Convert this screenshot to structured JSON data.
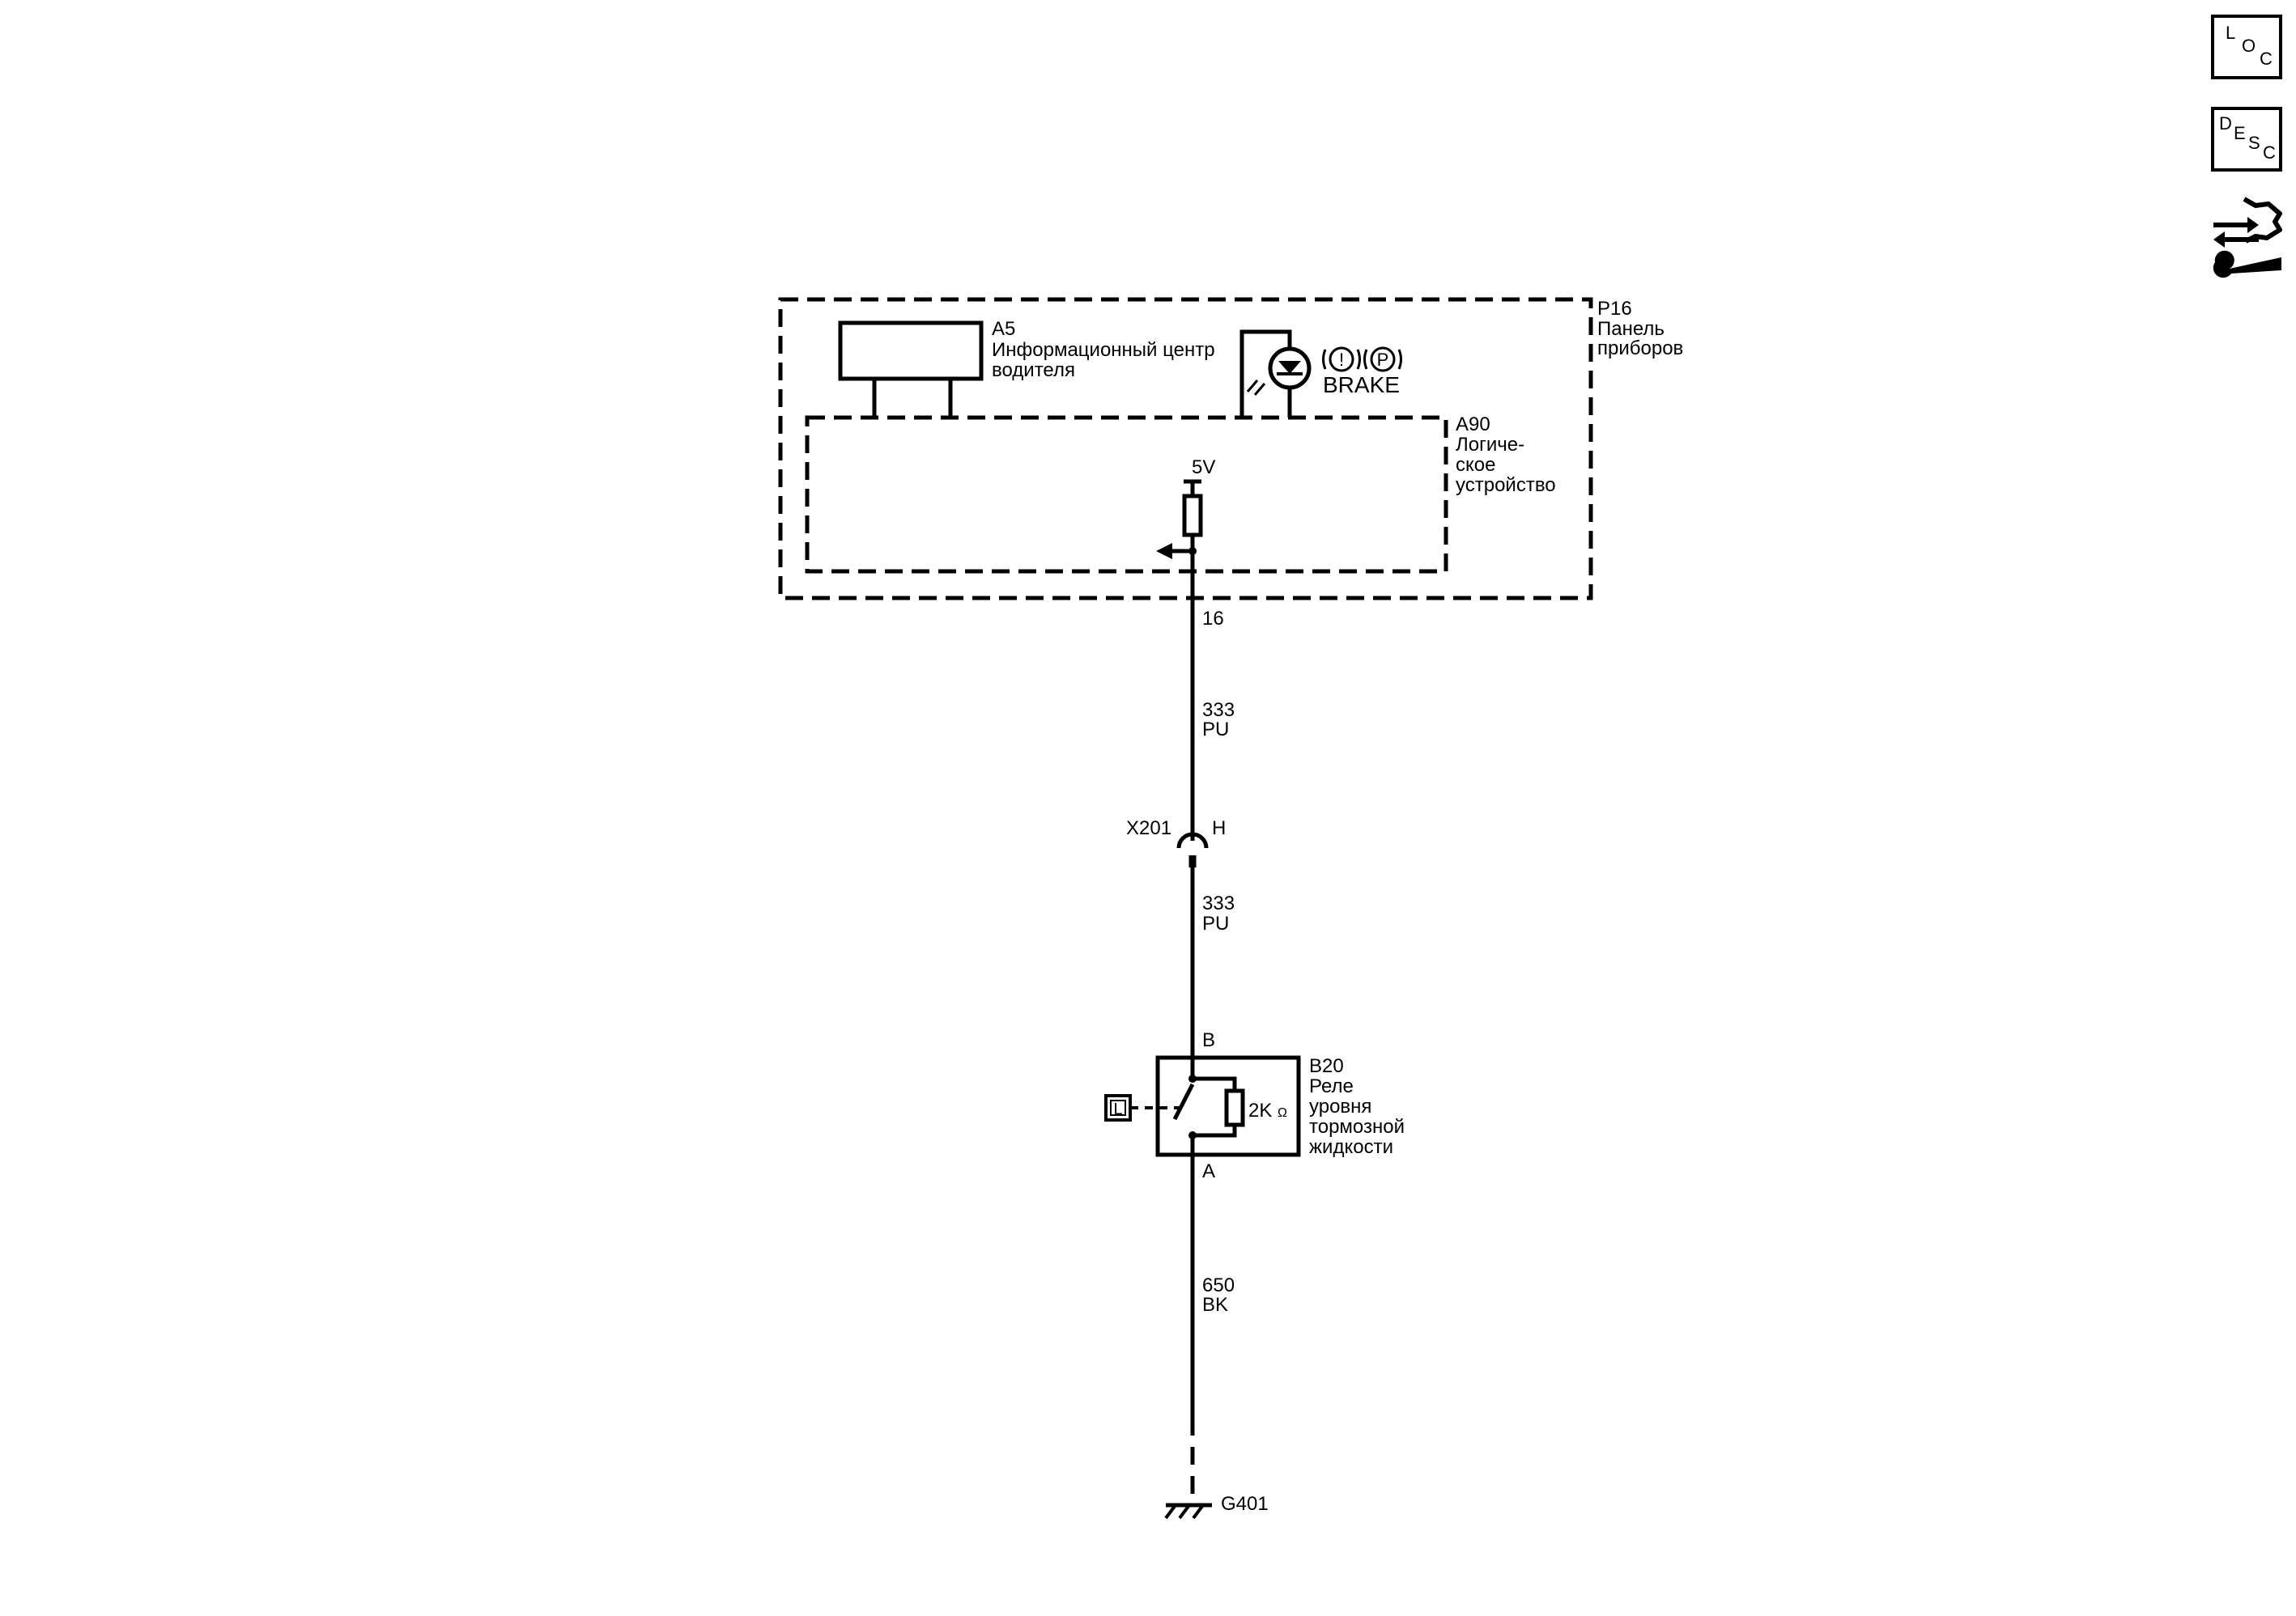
{
  "diagram": {
    "p16": {
      "code": "P16",
      "line1": "Панель",
      "line2": "приборов"
    },
    "a5": {
      "code": "A5",
      "line1": "Информационный центр",
      "line2": "водителя"
    },
    "lamp": {
      "text": "BRAKE",
      "sym1": "!",
      "sym2": "P"
    },
    "a90": {
      "code": "A90",
      "line1": "Логиче-",
      "line2": "ское",
      "line3": "устройство"
    },
    "supply": {
      "voltage": "5V"
    },
    "pin16": "16",
    "wire1": {
      "circuit": "333",
      "color": "PU"
    },
    "x201": {
      "code": "X201",
      "pin": "H"
    },
    "wire2": {
      "circuit": "333",
      "color": "PU"
    },
    "b20": {
      "pin_top": "B",
      "pin_bottom": "A",
      "resistor": "2K",
      "ohm": "Ω",
      "code": "B20",
      "line1": "Реле",
      "line2": "уровня",
      "line3": "тормозной",
      "line4": "жидкости",
      "sensor_tag": "L"
    },
    "wire3": {
      "circuit": "650",
      "color": "BK"
    },
    "ground": {
      "code": "G401"
    }
  },
  "sidebar": {
    "loc": {
      "c1": "L",
      "c2": "O",
      "c3": "C"
    },
    "desc": {
      "c1": "D",
      "c2": "E",
      "c3": "S",
      "c4": "C"
    },
    "connector_icon": "connector-repair-icon"
  }
}
